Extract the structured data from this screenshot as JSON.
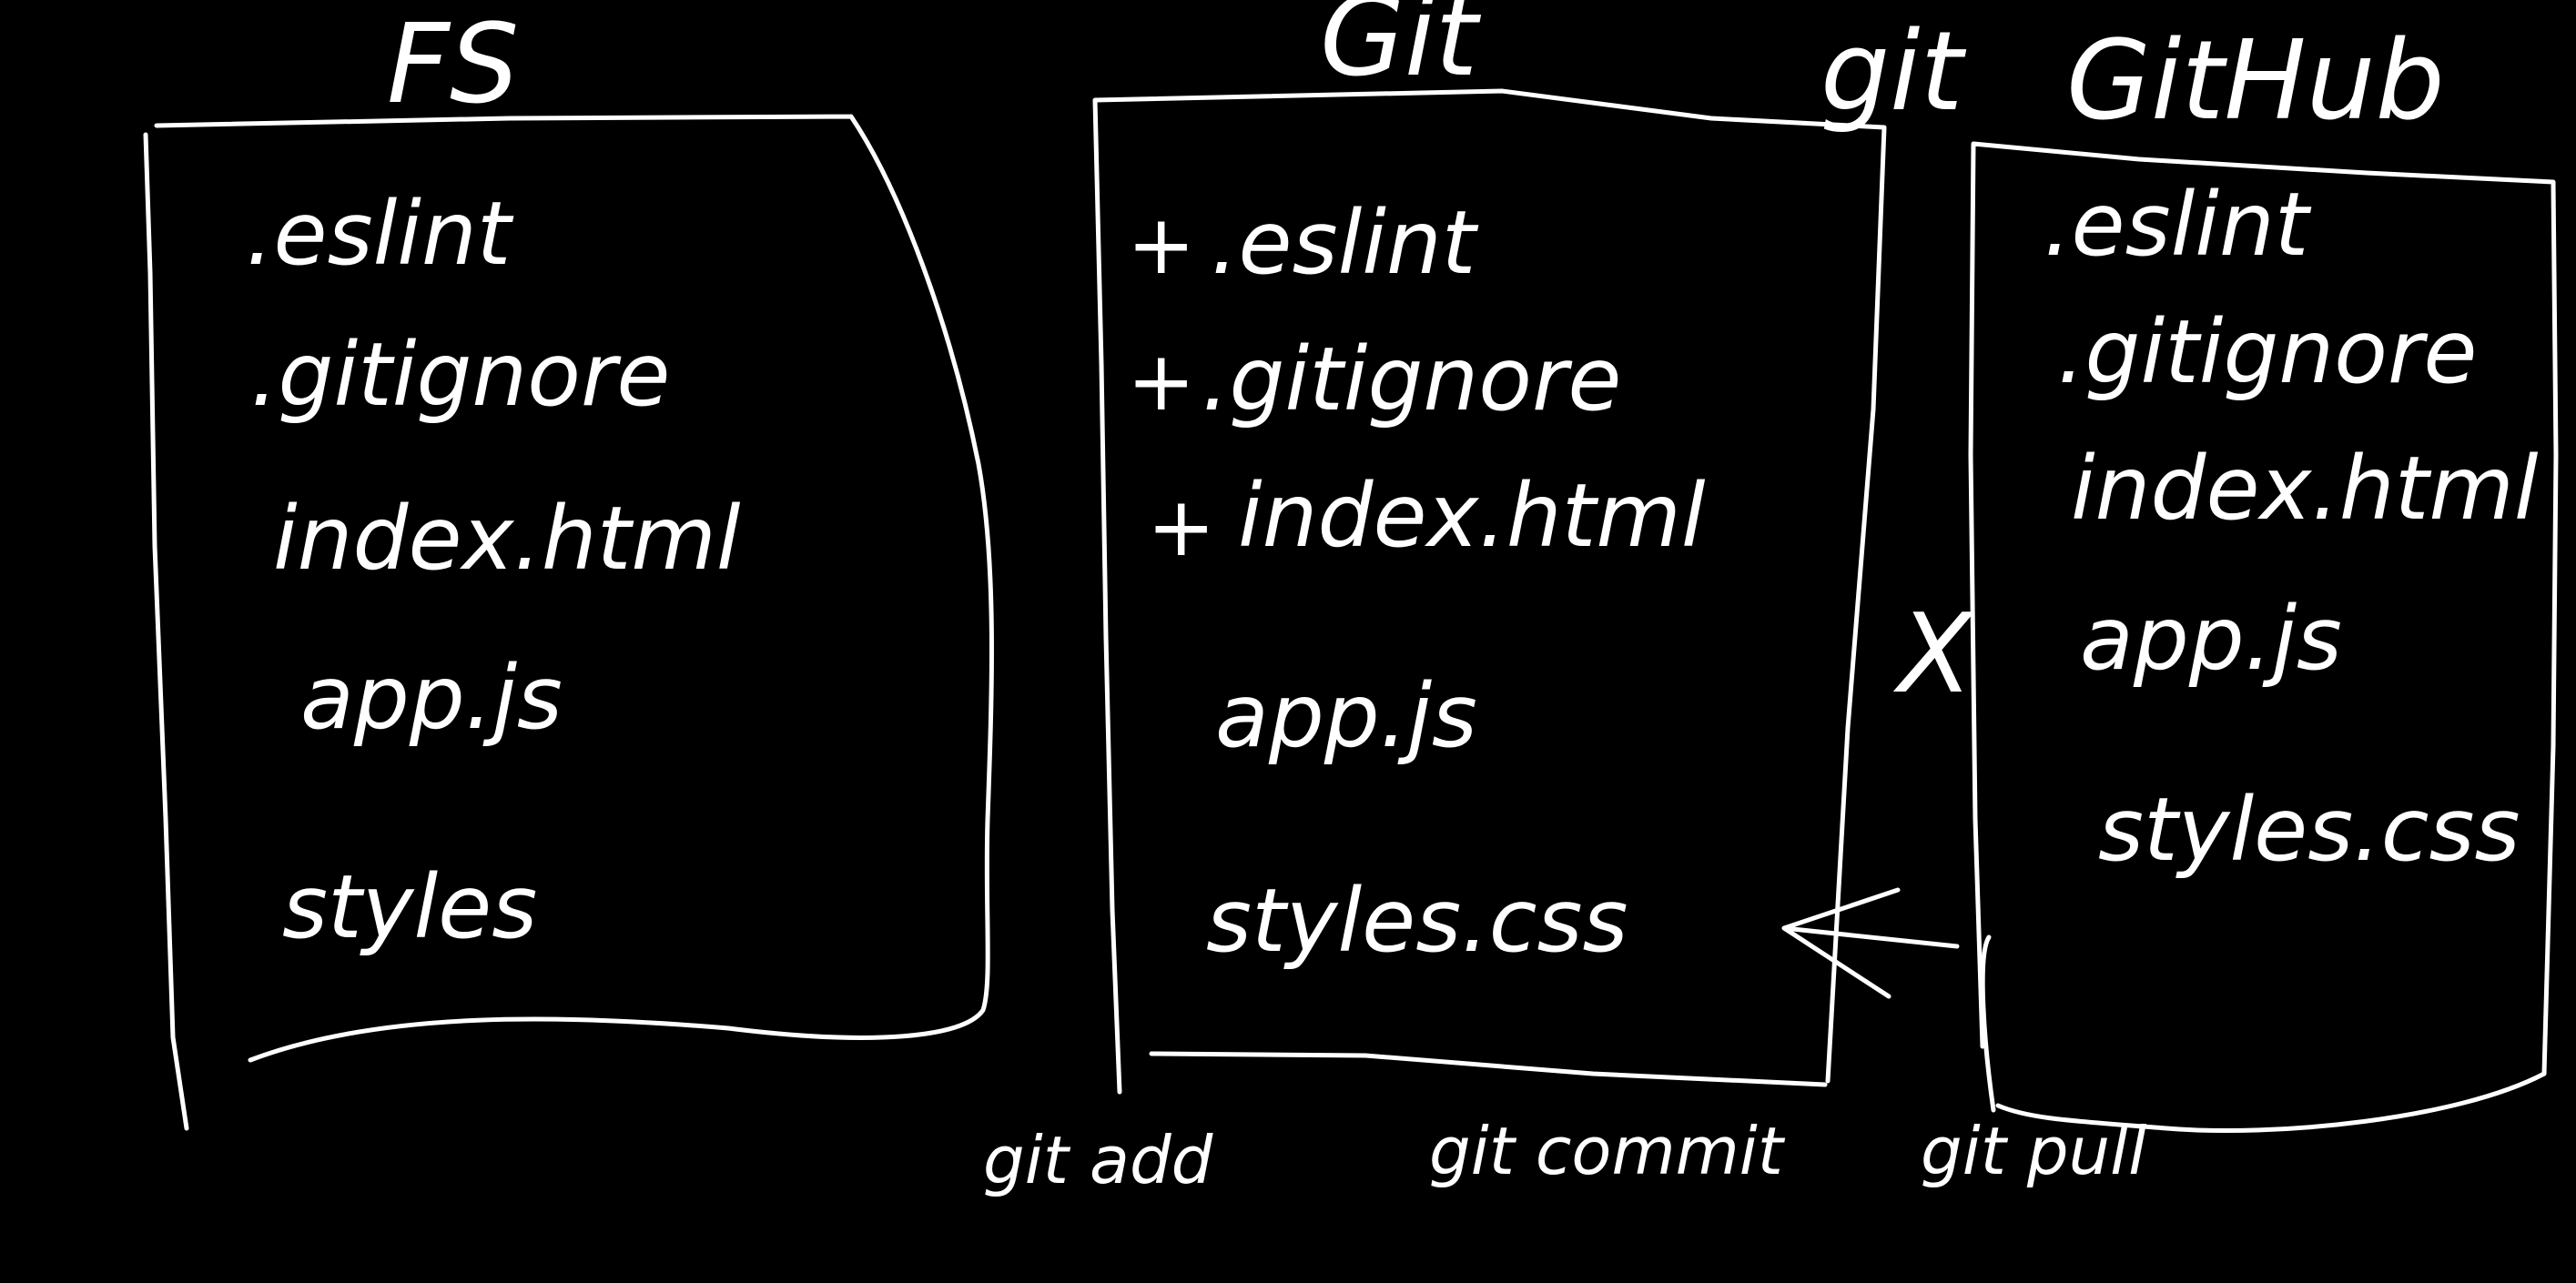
{
  "whiteboard": {
    "background_color": "#000000",
    "ink_color": "#ffffff",
    "fs_panel": {
      "title": "FS",
      "files": [
        ".eslint",
        ".gitignore",
        "index.html",
        "app.js",
        "styles"
      ]
    },
    "git_panel": {
      "title": "Git",
      "files": [
        {
          "mark": "+",
          "name": ".eslint"
        },
        {
          "mark": "+",
          "name": ".gitignore"
        },
        {
          "mark": "+",
          "name": "index.html"
        },
        {
          "mark": "",
          "name": "app.js"
        },
        {
          "mark": "",
          "name": "styles.css"
        }
      ]
    },
    "github_panel": {
      "title": "GitHub",
      "top_command": "git",
      "files": [
        ".eslint",
        ".gitignore",
        "index.html",
        "app.js",
        "styles.css"
      ]
    },
    "cross_mark": "X",
    "commands": {
      "add": "git add",
      "commit": "git commit",
      "pull": "git pull"
    }
  }
}
